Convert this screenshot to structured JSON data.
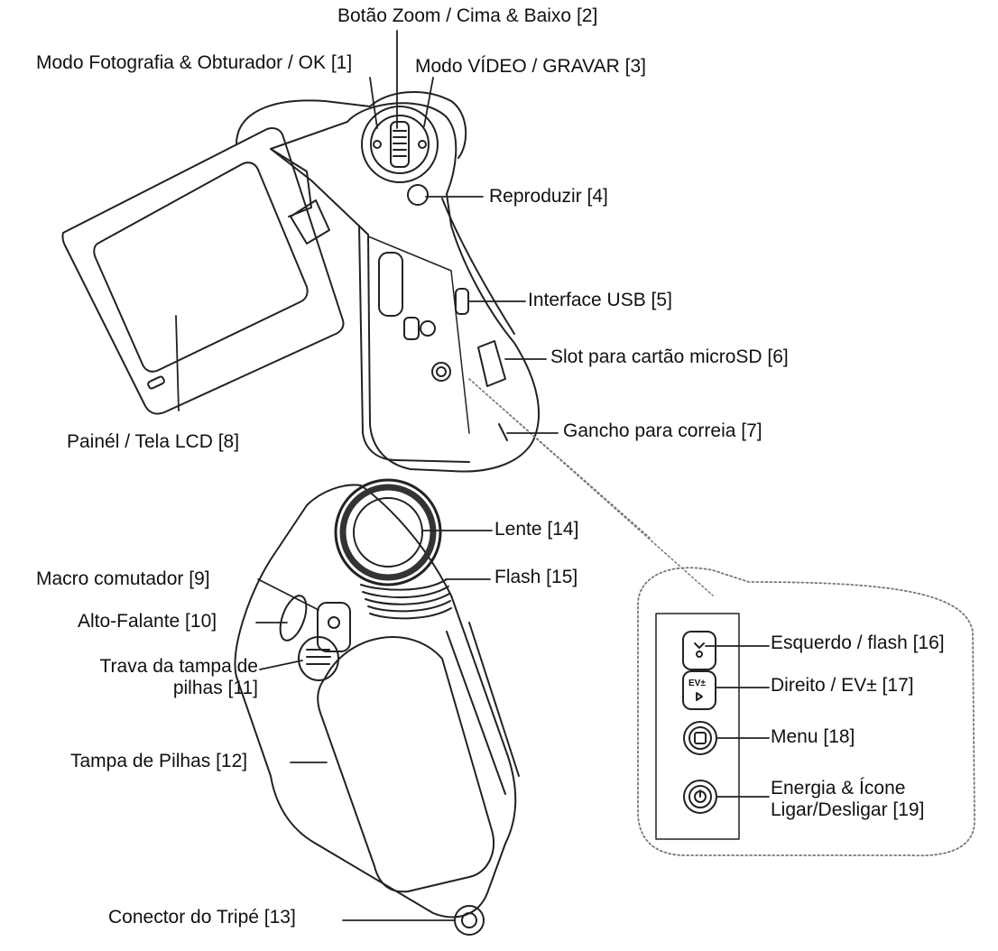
{
  "labels": {
    "l2": "Botão Zoom / Cima & Baixo [2]",
    "l1": "Modo Fotografia & Obturador / OK [1]",
    "l3": "Modo VÍDEO / GRAVAR [3]",
    "l4": "Reproduzir [4]",
    "l5": "Interface USB [5]",
    "l6": "Slot para cartão microSD [6]",
    "l7": "Gancho para correia [7]",
    "l8": "Painél / Tela LCD [8]",
    "l14": "Lente [14]",
    "l15": "Flash [15]",
    "l9": "Macro comutador [9]",
    "l10": "Alto-Falante [10]",
    "l11": "Trava da tampa de\npilhas [11]",
    "l12": "Tampa de Pilhas [12]",
    "l13": "Conector do Tripé [13]",
    "l16": "Esquerdo / flash [16]",
    "l17": "Direito / EV± [17]",
    "l18": "Menu [18]",
    "l19": "Energia & Ícone\nLigar/Desligar [19]"
  },
  "button_glyphs": {
    "ev": "EV±"
  },
  "colors": {
    "line": "#222222",
    "callout_border": "#777777"
  }
}
